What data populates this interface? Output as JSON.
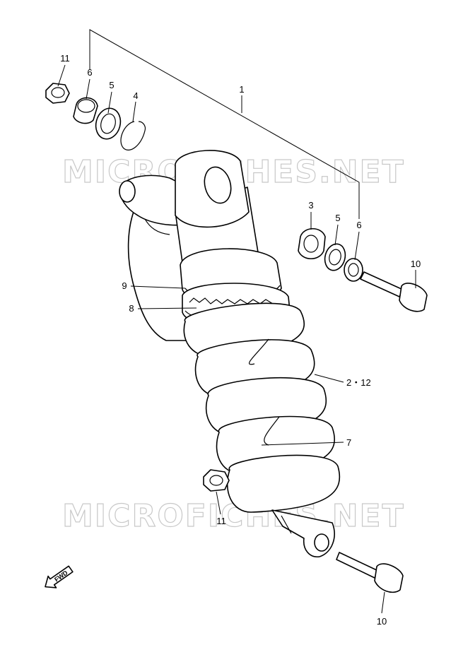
{
  "watermark": {
    "top": "MICROFICHES.NET",
    "bottom": "MICROFICHES.NET"
  },
  "fwd_label": "FWD",
  "callouts": [
    {
      "id": "c1",
      "label": "1"
    },
    {
      "id": "c2_12",
      "label": "2・12"
    },
    {
      "id": "c3",
      "label": "3"
    },
    {
      "id": "c4",
      "label": "4"
    },
    {
      "id": "c5_left",
      "label": "5"
    },
    {
      "id": "c5_right",
      "label": "5"
    },
    {
      "id": "c6_left",
      "label": "6"
    },
    {
      "id": "c6_right",
      "label": "6"
    },
    {
      "id": "c7",
      "label": "7"
    },
    {
      "id": "c8",
      "label": "8"
    },
    {
      "id": "c9",
      "label": "9"
    },
    {
      "id": "c10_right",
      "label": "10"
    },
    {
      "id": "c10_bottom",
      "label": "10"
    },
    {
      "id": "c11_top",
      "label": "11"
    },
    {
      "id": "c11_bottom",
      "label": "11"
    }
  ]
}
